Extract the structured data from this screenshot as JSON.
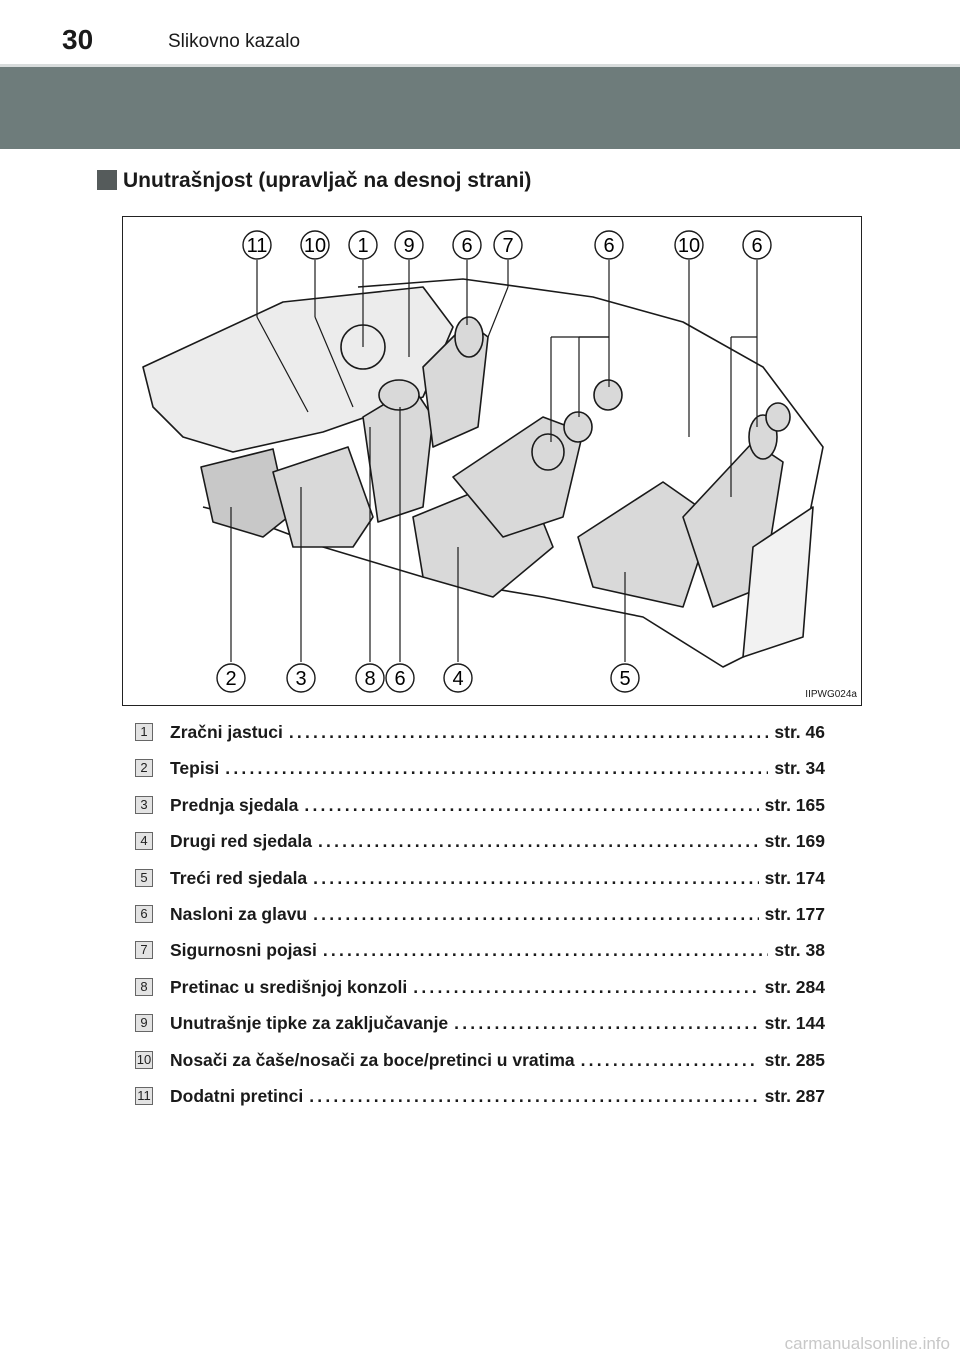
{
  "header": {
    "page_number": "30",
    "chapter": "Slikovno kazalo"
  },
  "section": {
    "title": "Unutrašnjost (upravljač na desnoj strani)"
  },
  "figure": {
    "code": "IIPWG024a",
    "top_callouts": [
      "11",
      "10",
      "1",
      "9",
      "6",
      "7",
      "6",
      "10",
      "6"
    ],
    "bottom_callouts": [
      "2",
      "3",
      "8",
      "6",
      "4",
      "5"
    ]
  },
  "items": [
    {
      "num": "1",
      "label": "Zračni jastuci",
      "page": "str. 46"
    },
    {
      "num": "2",
      "label": "Tepisi",
      "page": "str. 34"
    },
    {
      "num": "3",
      "label": "Prednja sjedala",
      "page": "str. 165"
    },
    {
      "num": "4",
      "label": "Drugi red sjedala",
      "page": "str. 169"
    },
    {
      "num": "5",
      "label": "Treći red sjedala",
      "page": "str. 174"
    },
    {
      "num": "6",
      "label": "Nasloni za glavu",
      "page": "str. 177"
    },
    {
      "num": "7",
      "label": "Sigurnosni pojasi",
      "page": "str. 38"
    },
    {
      "num": "8",
      "label": "Pretinac u središnjoj konzoli",
      "page": "str. 284"
    },
    {
      "num": "9",
      "label": "Unutrašnje tipke za zaključavanje",
      "page": "str. 144"
    },
    {
      "num": "10",
      "label": "Nosači za čaše/nosači za boce/pretinci u vratima",
      "page": "str. 285"
    },
    {
      "num": "11",
      "label": "Dodatni pretinci",
      "page": "str. 287"
    }
  ],
  "watermark": "carmanualsonline.info"
}
